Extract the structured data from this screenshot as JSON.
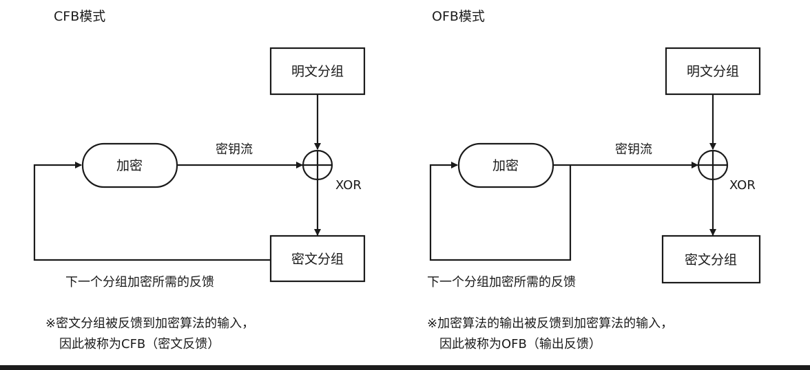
{
  "cfb": {
    "title": "CFB模式",
    "plaintext_box": "明文分组",
    "encrypt_box": "加密",
    "keystream_label": "密钥流",
    "xor_label": "XOR",
    "ciphertext_box": "密文分组",
    "feedback_label": "下一个分组加密所需的反馈",
    "note_line1": "※密文分组被反馈到加密算法的输入，",
    "note_line2": "因此被称为CFB（密文反馈）"
  },
  "ofb": {
    "title": "OFB模式",
    "plaintext_box": "明文分组",
    "encrypt_box": "加密",
    "keystream_label": "密钥流",
    "xor_label": "XOR",
    "ciphertext_box": "密文分组",
    "feedback_label": "下一个分组加密所需的反馈",
    "note_line1": "※加密算法的输出被反馈到加密算法的输入，",
    "note_line2": "因此被称为OFB（输出反馈）"
  }
}
